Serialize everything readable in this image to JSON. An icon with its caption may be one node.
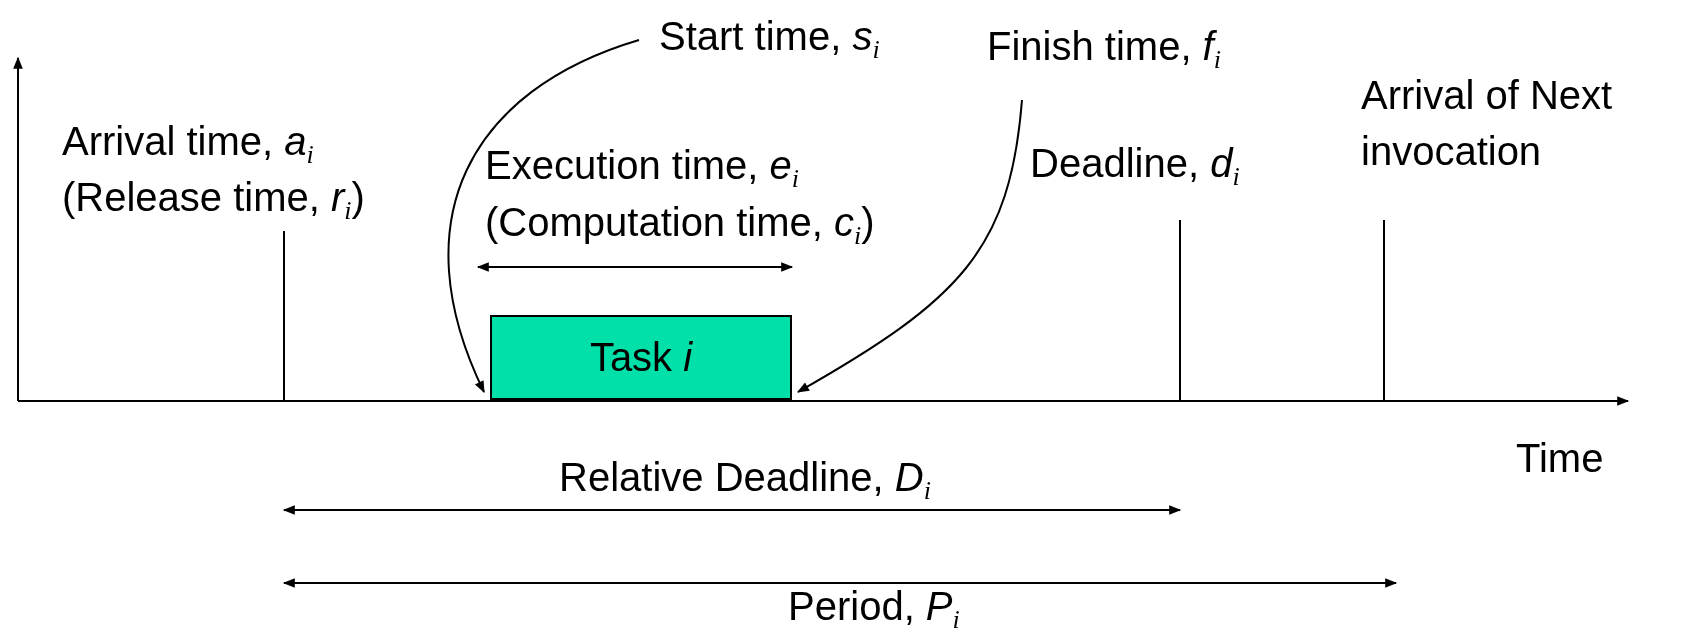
{
  "diagram": {
    "nodes": [
      {
        "text": [
          "Start time, *s*$_{i}$"
        ]
      },
      {
        "text": [
          "Finish time, *f*$_{i}$"
        ]
      },
      {
        "text": [
          "Task *i*"
        ]
      }
    ],
    "edges": [
      {
        "from": 0,
        "to": 2,
        "arrow": "to"
      },
      {
        "from": 1,
        "to": 2,
        "arrow": "to"
      }
    ],
    "labels": [
      "Arrival time, *a*$_{i}$",
      "(Release time, *r*$_{i}$)",
      "Execution time, *e*$_{i}$",
      "(Computation time, *c*$_{i}$)",
      "Deadline, *d*$_{i}$",
      "Arrival of Next invocation",
      "Time",
      "Relative Deadline, *D*$_{i}$",
      "Period, *P*$_{i}$"
    ]
  }
}
